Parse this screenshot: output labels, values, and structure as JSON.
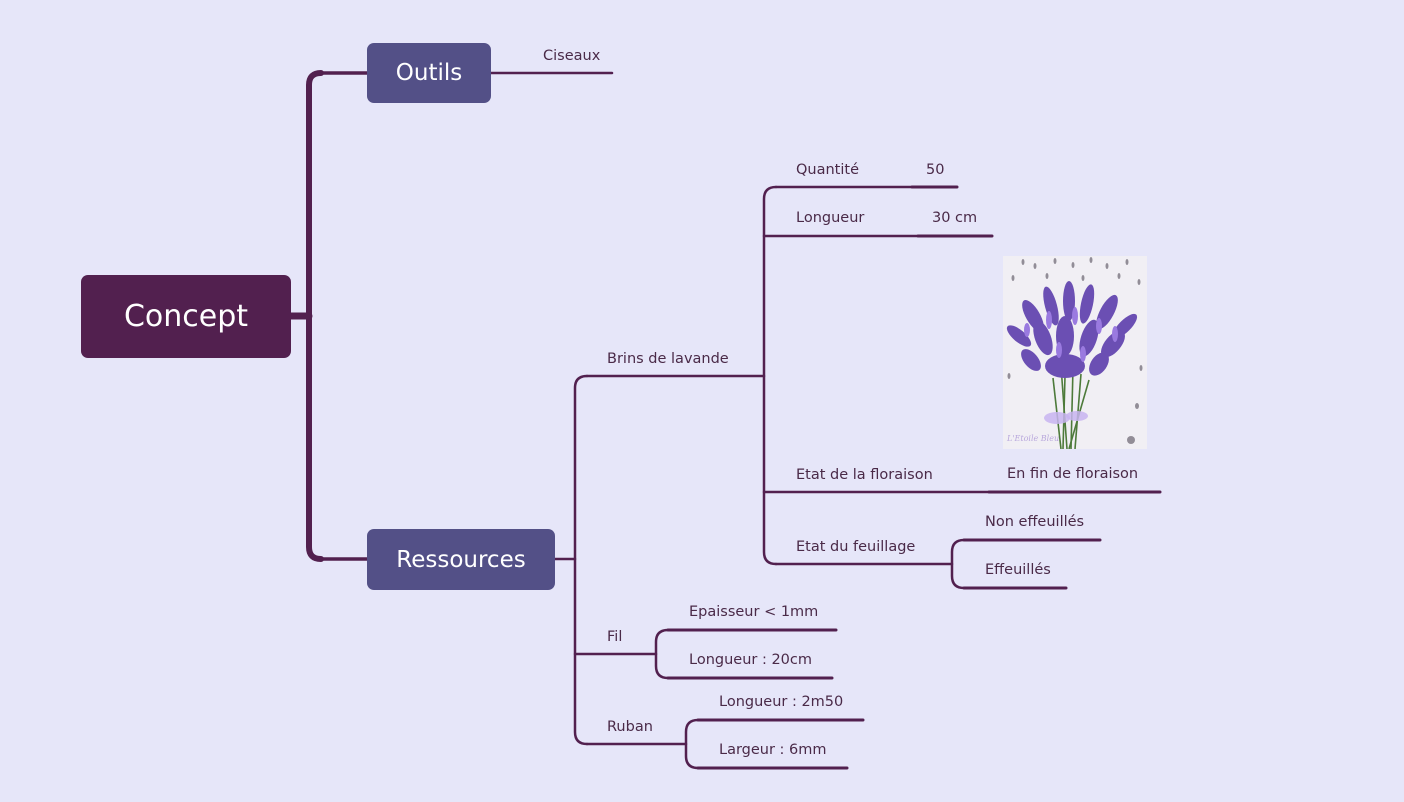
{
  "colors": {
    "background": "#e6e6f9",
    "central_node": "#52204f",
    "main_node": "#535087",
    "branch_line": "#52204f",
    "label_text": "#4a2a48"
  },
  "central": {
    "label": "Concept"
  },
  "outils": {
    "label": "Outils",
    "children": [
      "Ciseaux"
    ]
  },
  "ressources": {
    "label": "Ressources",
    "brins": {
      "label": "Brins de lavande",
      "quantite": {
        "label": "Quantité",
        "value": "50"
      },
      "longueur": {
        "label": "Longueur",
        "value": "30 cm"
      },
      "image": {
        "description": "lavender-bouquet-photo",
        "watermark": "L'Etoile Bleu"
      },
      "floraison": {
        "label": "Etat de la floraison",
        "value": "En fin de floraison"
      },
      "feuillage": {
        "label": "Etat du feuillage",
        "values": [
          "Non effeuillés",
          "Effeuillés"
        ]
      }
    },
    "fil": {
      "label": "Fil",
      "children": [
        "Epaisseur < 1mm",
        "Longueur : 20cm"
      ]
    },
    "ruban": {
      "label": "Ruban",
      "children": [
        "Longueur : 2m50",
        "Largeur : 6mm"
      ]
    }
  }
}
